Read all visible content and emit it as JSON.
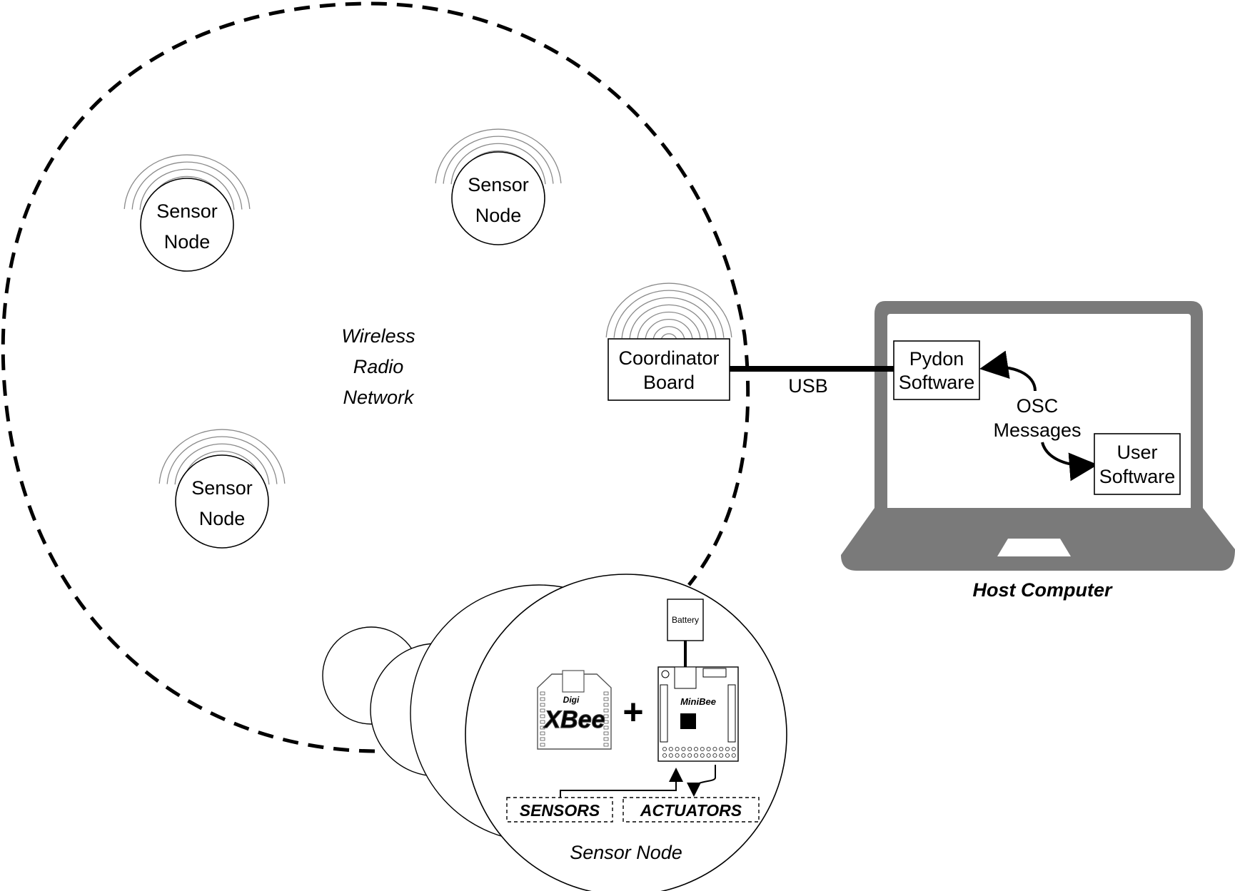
{
  "network": {
    "label_lines": [
      "Wireless",
      "Radio",
      "Network"
    ]
  },
  "nodes": [
    {
      "line1": "Sensor",
      "line2": "Node"
    },
    {
      "line1": "Sensor",
      "line2": "Node"
    },
    {
      "line1": "Sensor",
      "line2": "Node"
    }
  ],
  "coordinator": {
    "line1": "Coordinator",
    "line2": "Board"
  },
  "usb_label": "USB",
  "host": {
    "title": "Host Computer",
    "pydon": {
      "line1": "Pydon",
      "line2": "Software"
    },
    "osc": {
      "line1": "OSC",
      "line2": "Messages"
    },
    "user": {
      "line1": "User",
      "line2": "Software"
    }
  },
  "detail": {
    "title": "Sensor Node",
    "battery": "Battery",
    "minibee": "MiniBee",
    "xbee": "XBee",
    "digi": "Digi",
    "plus": "+",
    "sensors": "SENSORS",
    "actuators": "ACTUATORS"
  },
  "colors": {
    "laptop": "#7a7a7a",
    "line": "#000000",
    "background": "#ffffff"
  }
}
